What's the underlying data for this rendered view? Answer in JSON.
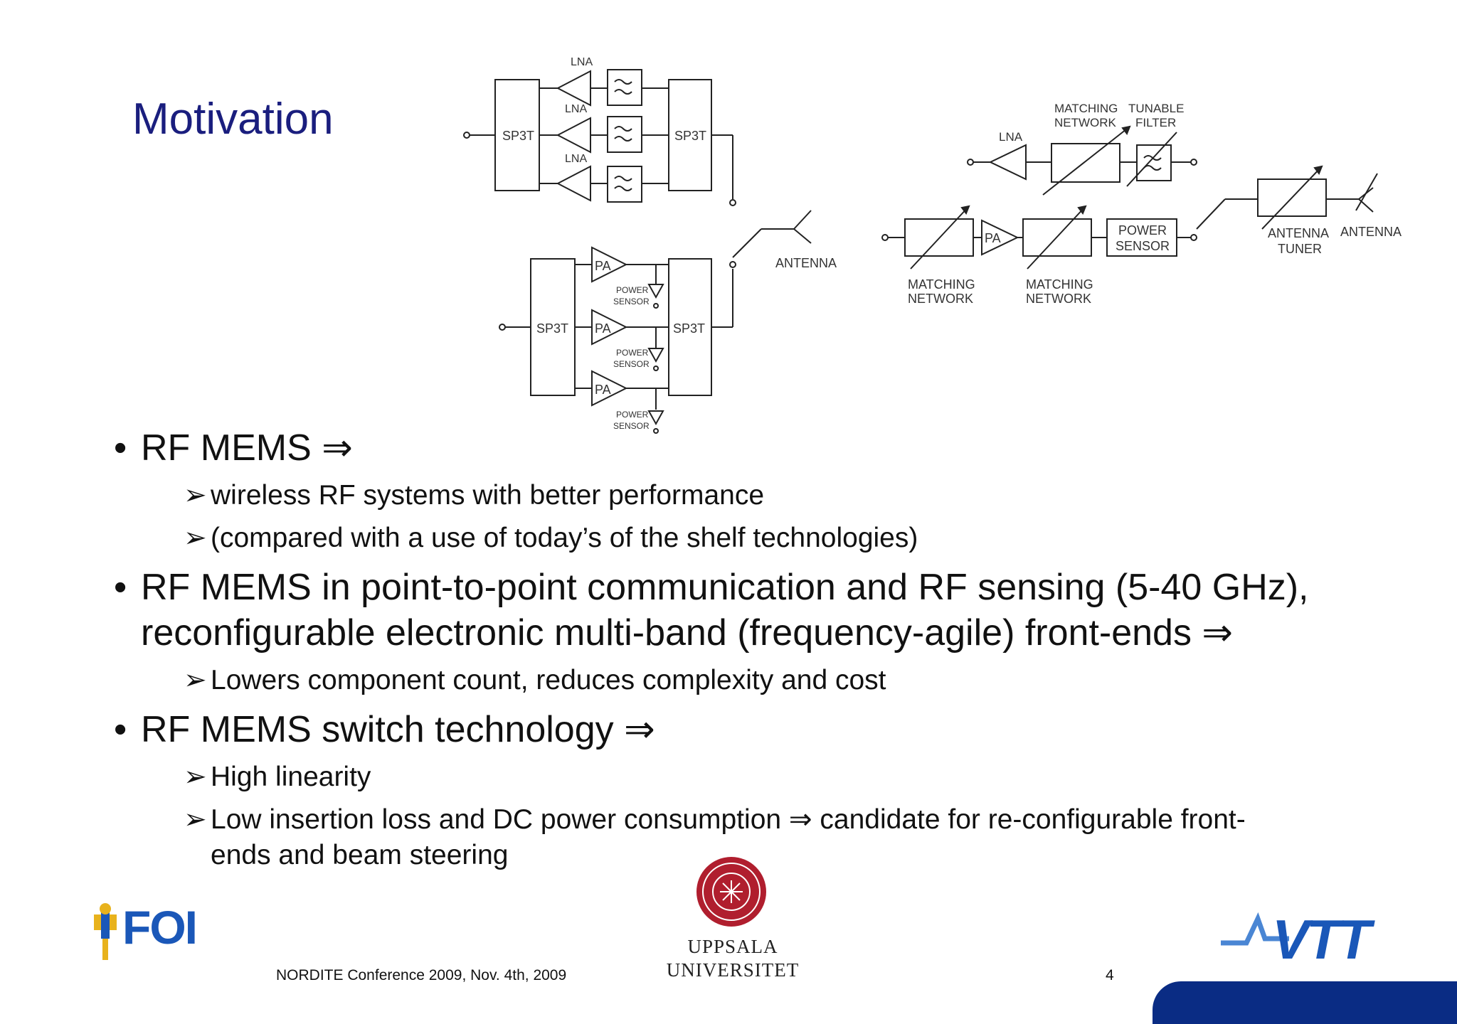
{
  "title": "Motivation",
  "bullets": [
    {
      "text": "RF MEMS ⇒",
      "sub": [
        "wireless RF systems with better performance",
        "(compared with a use of today’s of the shelf technologies)"
      ]
    },
    {
      "text_lines": [
        "RF MEMS in point-to-point communication and RF sensing (5-40 GHz),",
        "reconfigurable electronic multi-band (frequency-agile) front-ends ⇒"
      ],
      "sub": [
        "Lowers component count, reduces complexity and cost"
      ]
    },
    {
      "text": "RF MEMS switch technology ⇒",
      "sub": [
        "High linearity",
        "Low insertion loss and DC power consumption ⇒ candidate for re-configurable front-",
        "ends and beam steering"
      ]
    }
  ],
  "sub_marker": "➢",
  "bullet_marker": "•",
  "diagram_labels": {
    "lna": "LNA",
    "sp3t": "SP3T",
    "pa": "PA",
    "power": "POWER",
    "sensor": "SENSOR",
    "antenna": "ANTENNA",
    "matching": "MATCHING",
    "network": "NETWORK",
    "tunable": "TUNABLE",
    "filter": "FILTER",
    "tuner": "TUNER"
  },
  "footer": {
    "conference": "NORDITE Conference 2009, Nov. 4th, 2009",
    "page_number": "4",
    "uu_line1": "UPPSALA",
    "uu_line2": "UNIVERSITET",
    "foi_logo": "FOI",
    "vtt_logo": "VTT"
  },
  "colors": {
    "title": "#1a1e7e",
    "foi": "#1a57b8",
    "vtt": "#1a57b8",
    "uu_seal": "#b01e2e",
    "bar": "#0a2c84"
  }
}
